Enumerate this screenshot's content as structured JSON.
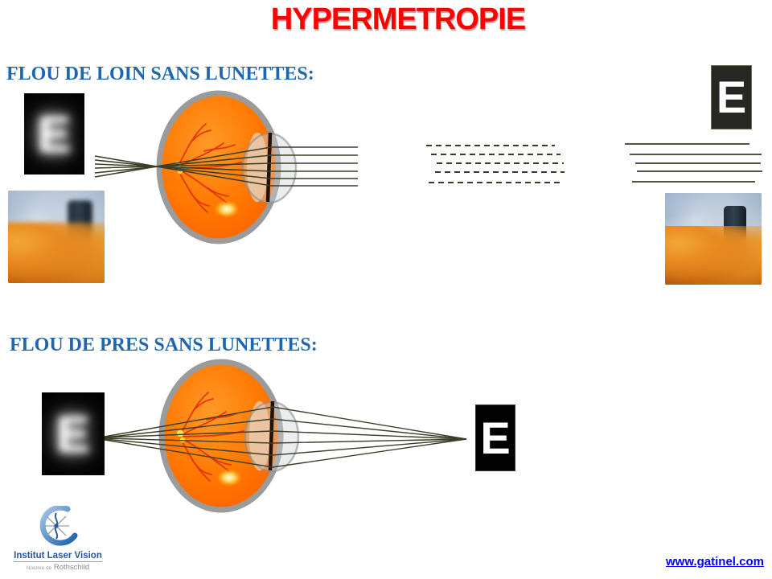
{
  "title": {
    "text": "HYPERMETROPIE",
    "color": "#ff0000"
  },
  "sections": {
    "far": {
      "heading": "FLOU DE LOIN SANS LUNETTES:",
      "blurry_letter": "E",
      "sharp_letter": "E",
      "ray_count": 6,
      "dashed_line_count": 5,
      "solid_line_count": 5
    },
    "near": {
      "heading": "FLOU DE PRES SANS LUNETTES:",
      "blurry_letter": "E",
      "sharp_letter": "E",
      "ray_count": 6
    }
  },
  "footer": {
    "logo": {
      "name": "Institut Laser Vision",
      "sub_prefix": "Noémie de",
      "sub_name": "Rothschild"
    },
    "link": {
      "text": "www.gatinel.com",
      "color": "#0000ff"
    }
  },
  "colors": {
    "heading_blue": "#1f66b1",
    "title_red": "#ff0000",
    "eye_orange": "#ff7700",
    "eye_ring_gray": "#9b9b9b",
    "ray_olive": "#3e3e28",
    "link_blue": "#0000ff"
  }
}
